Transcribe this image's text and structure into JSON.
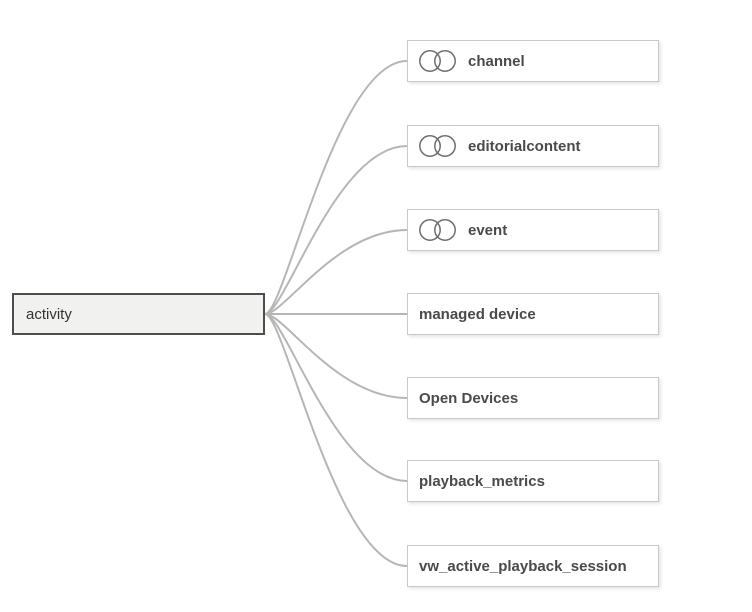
{
  "root": {
    "label": "activity"
  },
  "nodes": [
    {
      "label": "channel",
      "icon": "venn-diagram-icon"
    },
    {
      "label": "editorialcontent",
      "icon": "venn-diagram-icon"
    },
    {
      "label": "event",
      "icon": "venn-diagram-icon"
    },
    {
      "label": "managed device",
      "icon": null
    },
    {
      "label": "Open Devices",
      "icon": null
    },
    {
      "label": "playback_metrics",
      "icon": null
    },
    {
      "label": "vw_active_playback_session",
      "icon": null
    }
  ],
  "colors": {
    "link": "#b6b6b6",
    "node_border": "#c9c9c9",
    "node_text": "#4a4a4a",
    "root_border": "#4d4d4d",
    "root_background": "#f1f1ef",
    "icon_stroke": "#6e6e6e"
  }
}
